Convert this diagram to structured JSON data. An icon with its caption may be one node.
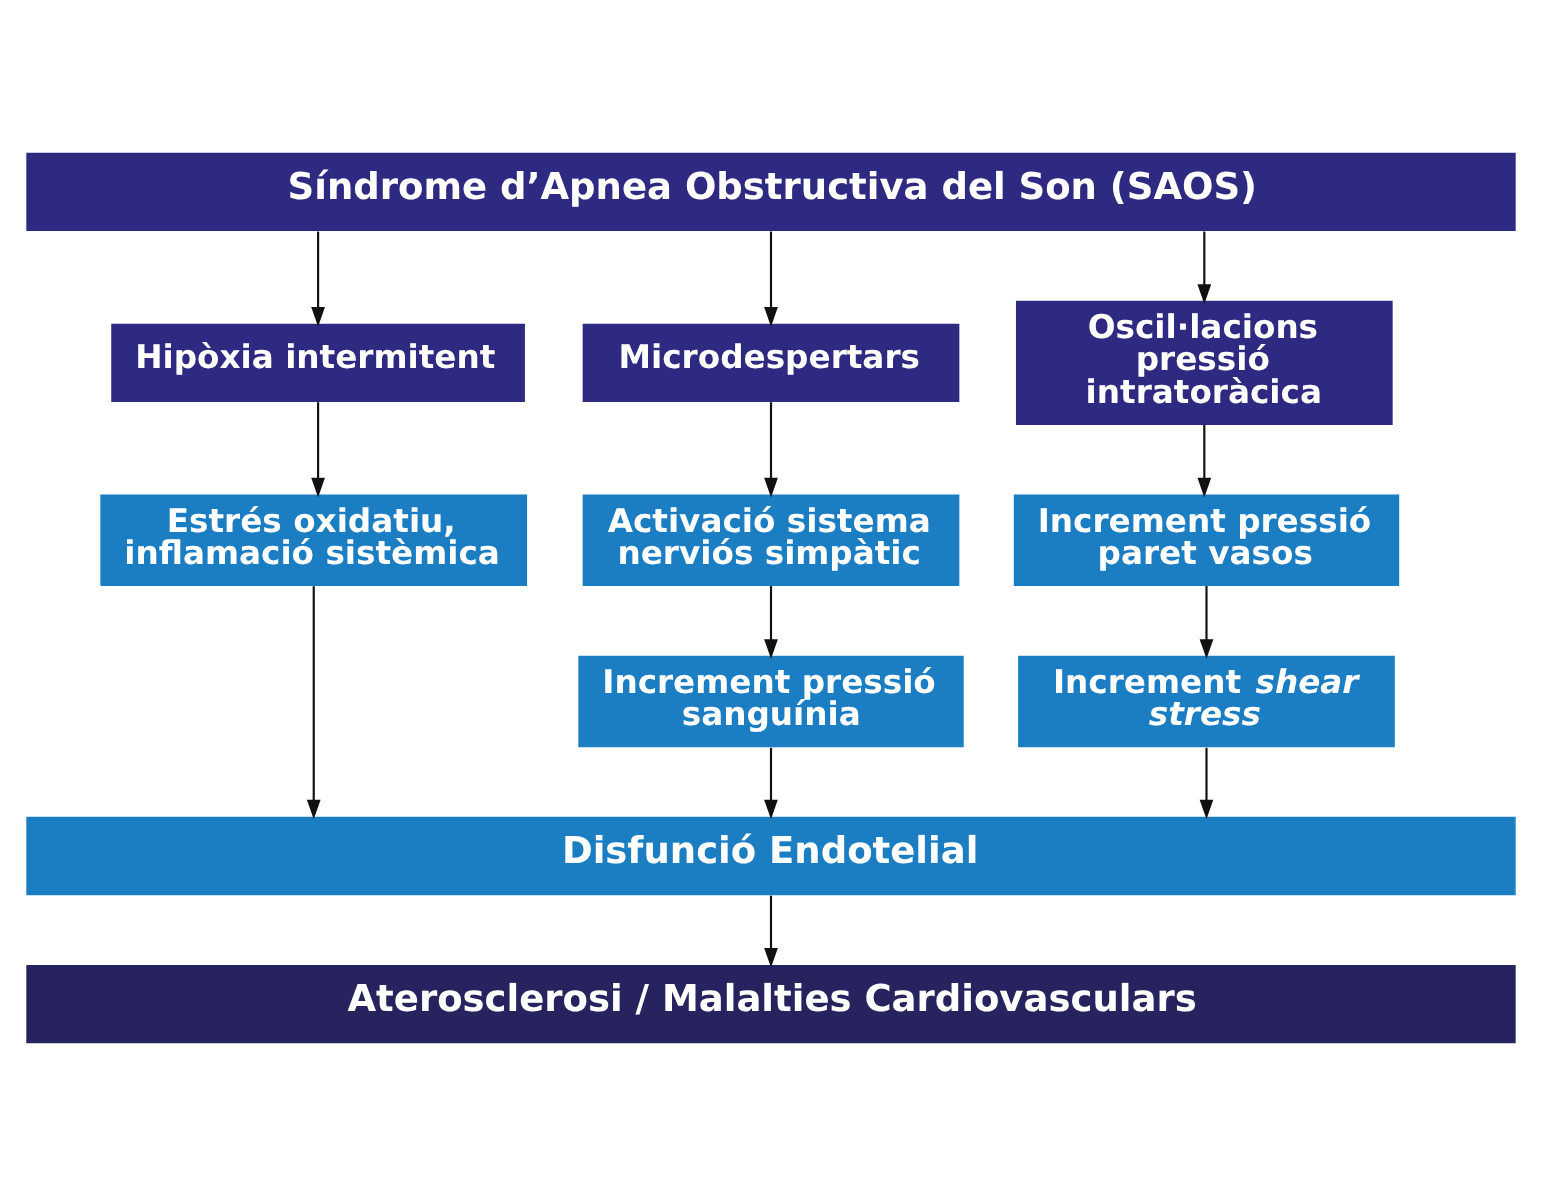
{
  "diagram": {
    "nodes": [
      {
        "text": [
          "Síndrome d’Apnea Obstructiva del Son (SAOS)"
        ]
      },
      {
        "text": [
          "Hipòxia intermitent"
        ]
      },
      {
        "text": [
          "Microdespertars"
        ]
      },
      {
        "text": [
          "Oscil·lacions pressió intratoràcica"
        ]
      },
      {
        "text": [
          "Estrés oxidatiu, inflamació sistèmica"
        ]
      },
      {
        "text": [
          "Activació sistema nerviós simpàtic"
        ]
      },
      {
        "text": [
          "Increment pressió paret vasos"
        ]
      },
      {
        "text": [
          "Increment pressió sanguínia"
        ]
      },
      {
        "text": [
          "Increment *shear stress*"
        ]
      },
      {
        "text": [
          "Disfunció Endotelial"
        ]
      },
      {
        "text": [
          "Aterosclerosi / Malalties Cardiovasculars"
        ]
      }
    ],
    "edges": [
      {
        "from": 0,
        "to": 1,
        "arrow": "to"
      },
      {
        "from": 0,
        "to": 2,
        "arrow": "to"
      },
      {
        "from": 0,
        "to": 3,
        "arrow": "to"
      },
      {
        "from": 1,
        "to": 4,
        "arrow": "to"
      },
      {
        "from": 2,
        "to": 5,
        "arrow": "to"
      },
      {
        "from": 3,
        "to": 6,
        "arrow": "to"
      },
      {
        "from": 5,
        "to": 7,
        "arrow": "to"
      },
      {
        "from": 6,
        "to": 8,
        "arrow": "to"
      },
      {
        "from": 4,
        "to": 9,
        "arrow": "to"
      },
      {
        "from": 7,
        "to": 9,
        "arrow": "to"
      },
      {
        "from": 8,
        "to": 9,
        "arrow": "to"
      },
      {
        "from": 9,
        "to": 10,
        "arrow": "to"
      }
    ]
  }
}
